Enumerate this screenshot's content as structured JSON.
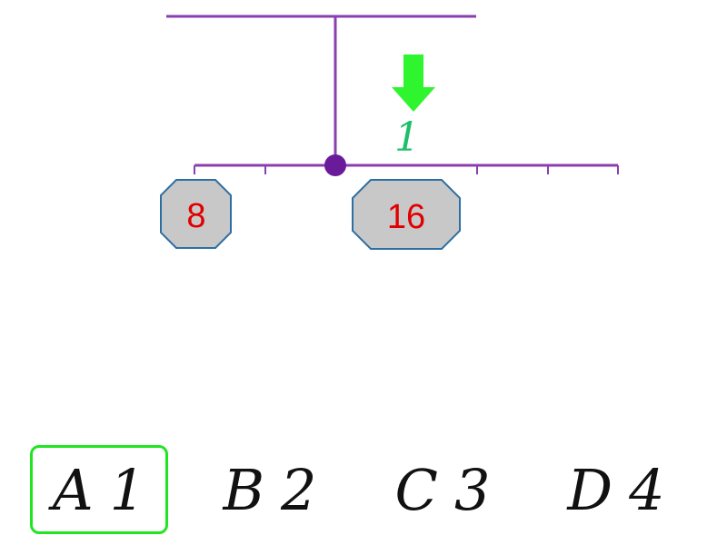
{
  "puzzle": {
    "weights": [
      {
        "label": "8",
        "position": -2
      },
      {
        "label": "16",
        "position": 1
      }
    ],
    "marker": {
      "label": "1",
      "position": 1
    },
    "colors": {
      "beam": "#8a3fb0",
      "pivot": "#6a1b9a",
      "weight_fill": "#c8c8c8",
      "weight_stroke": "#2e6fa3",
      "weight_text": "#e00000",
      "arrow": "#2ef52e",
      "marker_text": "#1fbf6a",
      "selection": "#22e522"
    }
  },
  "answers": {
    "selected": "A",
    "options": [
      {
        "letter": "A",
        "value": "1"
      },
      {
        "letter": "B",
        "value": "2"
      },
      {
        "letter": "C",
        "value": "3"
      },
      {
        "letter": "D",
        "value": "4"
      }
    ]
  }
}
